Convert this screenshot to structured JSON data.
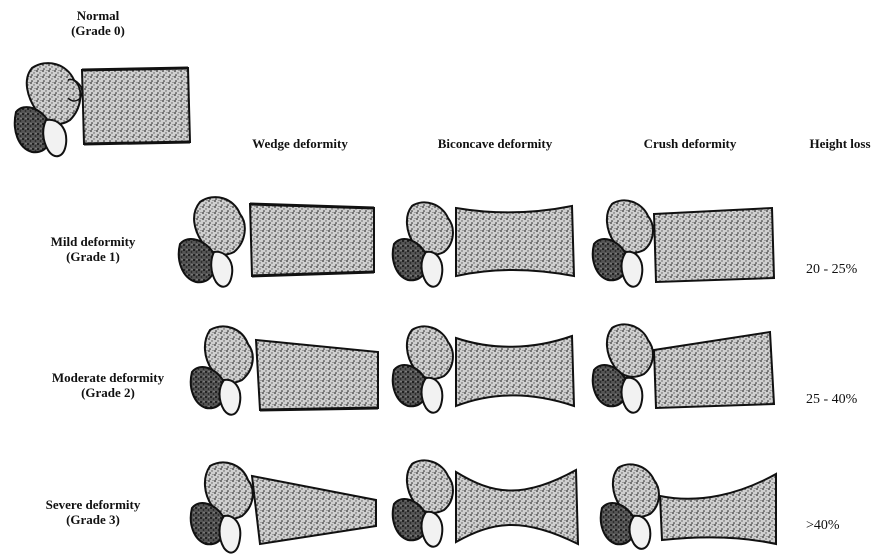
{
  "normal": {
    "line1": "Normal",
    "line2": "(Grade 0)"
  },
  "columns": {
    "wedge": "Wedge deformity",
    "biconcave": "Biconcave deformity",
    "crush": "Crush deformity",
    "height_loss": "Height loss"
  },
  "rows": [
    {
      "line1": "Mild deformity",
      "line2": "(Grade 1)",
      "height_loss": "20 - 25%"
    },
    {
      "line1": "Moderate deformity",
      "line2": "(Grade 2)",
      "height_loss": "25 - 40%"
    },
    {
      "line1": "Severe deformity",
      "line2": "(Grade 3)",
      "height_loss": ">40%"
    }
  ]
}
